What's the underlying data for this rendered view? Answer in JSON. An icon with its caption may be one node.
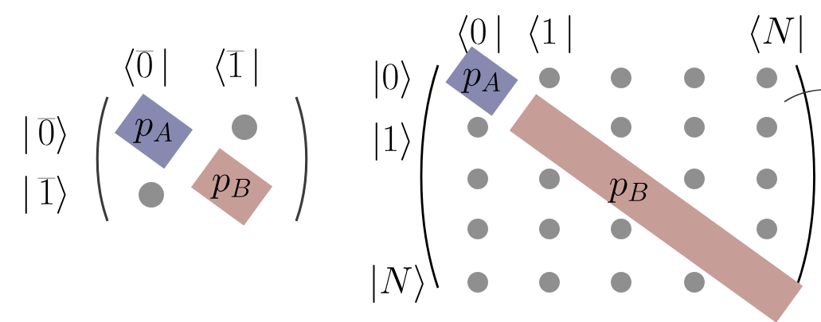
{
  "diagram": {
    "nodes": [
      {
        "text": [
          "p_A"
        ]
      },
      {
        "text": [
          "p_B"
        ]
      },
      {
        "text": [
          "p_A"
        ]
      },
      {
        "text": [
          "p_B"
        ]
      }
    ],
    "labels": [
      "\\langle\\overline{0}\\,|",
      "\\langle\\overline{1}\\,|",
      "|\\,\\overline{0}\\rangle",
      "|\\,\\overline{1}\\rangle",
      "\\langle 0\\,|",
      "\\langle 1\\,|",
      "\\langle N|",
      "|0\\rangle",
      "|1\\rangle",
      "|N\\rangle"
    ]
  }
}
